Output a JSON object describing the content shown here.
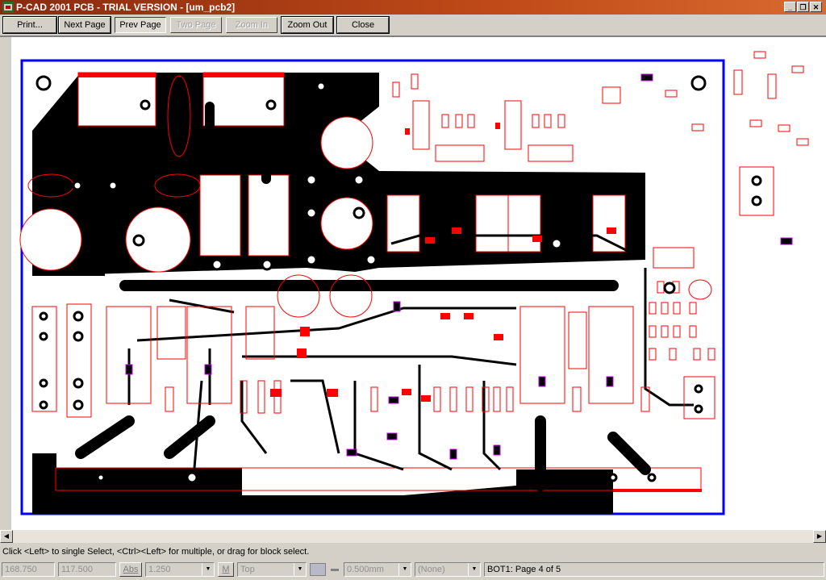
{
  "window": {
    "title": "P-CAD 2001 PCB - TRIAL VERSION  - [um_pcb2]",
    "minimize_glyph": "_",
    "restore_glyph": "❐",
    "close_glyph": "✕"
  },
  "toolbar": {
    "print": "Print...",
    "next_page": "Next Page",
    "prev_page": "Prev Page",
    "two_page": "Two Page",
    "zoom_in": "Zoom In",
    "zoom_out": "Zoom Out",
    "close": "Close"
  },
  "status_message": "Click <Left> to single Select, <Ctrl><Left> for multiple, or drag for block select.",
  "statusbar": {
    "x": "168.750",
    "y": "117.500",
    "abs": "Abs",
    "grid": "1.250",
    "m": "M",
    "layer": "Top",
    "width": "0.500mm",
    "style": "(None)",
    "page_info": "BOT1: Page 4 of 5"
  },
  "colors": {
    "board_border": "#0000ff",
    "copper": "#000000",
    "silkscreen": "#ff0000",
    "titlebar": "#a03c14"
  }
}
